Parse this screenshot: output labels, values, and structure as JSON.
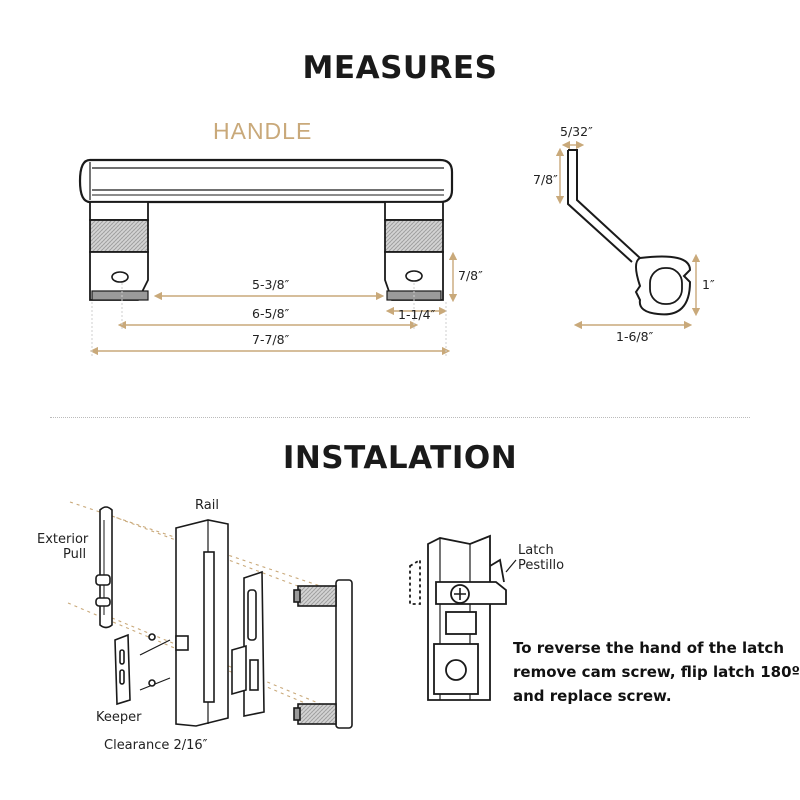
{
  "headings": {
    "measures": "MEASURES",
    "installation": "INSTALATION"
  },
  "handle": {
    "title": "HANDLE",
    "dims": {
      "inner": "5-3/8″",
      "middle": "6-5/8″",
      "overall": "7-7/8″",
      "base": "1-1/4″",
      "height": "7/8″"
    }
  },
  "latch_profile": {
    "dims": {
      "thickness": "5/32″",
      "top_height": "7/8″",
      "cam_height": "1″",
      "width": "1-6/8″"
    }
  },
  "installation": {
    "labels": {
      "exterior": "Exterior",
      "pull": "Pull",
      "rail": "Rail",
      "keeper": "Keeper",
      "clearance": "Clearance 2/16″"
    },
    "latch_labels": {
      "latch": "Latch",
      "pestillo": "Pestillo"
    },
    "instructions": [
      "To reverse the hand of the latch",
      "remove cam screw, flip latch 180º",
      "and replace screw."
    ]
  },
  "colors": {
    "accent": "#c9a97a",
    "line": "#1a1a1a",
    "metal": "#c8c8c8"
  }
}
